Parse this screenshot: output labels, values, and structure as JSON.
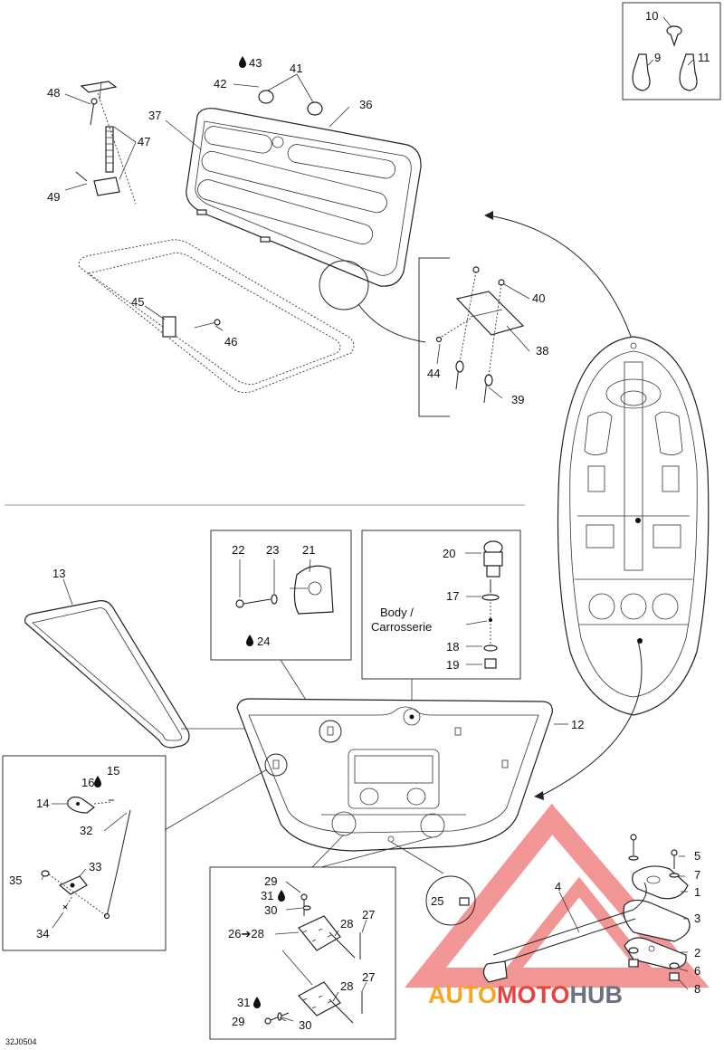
{
  "labels": {
    "l1": "1",
    "l2": "2",
    "l3": "3",
    "l4": "4",
    "l5": "5",
    "l6": "6",
    "l7": "7",
    "l8": "8",
    "l9": "9",
    "l10": "10",
    "l11": "11",
    "l12": "12",
    "l13": "13",
    "l14": "14",
    "l15": "15",
    "l16": "16",
    "l17": "17",
    "l18": "18",
    "l19": "19",
    "l20": "20",
    "l21": "21",
    "l22": "22",
    "l23": "23",
    "l24": "24",
    "l25": "25",
    "l26_28": "26➔28",
    "l27a": "27",
    "l27b": "27",
    "l28a": "28",
    "l28b": "28",
    "l29a": "29",
    "l29b": "29",
    "l30a": "30",
    "l30b": "30",
    "l31a": "31",
    "l31b": "31",
    "l32": "32",
    "l33": "33",
    "l34": "34",
    "l35": "35",
    "l36": "36",
    "l37": "37",
    "l38": "38",
    "l39": "39",
    "l40": "40",
    "l41": "41",
    "l42": "42",
    "l43": "43",
    "l44": "44",
    "l45": "45",
    "l46": "46",
    "l47": "47",
    "l48": "48",
    "l49": "49"
  },
  "body_label_1": "Body /",
  "body_label_2": "Carrosserie",
  "figure_ref": "32J0504",
  "watermark": {
    "part1": "AUTO",
    "part2": "MOTO",
    "part3": "HUB",
    "color1": "#f5a623",
    "color2": "#e8423f",
    "color3": "#6b7280"
  }
}
